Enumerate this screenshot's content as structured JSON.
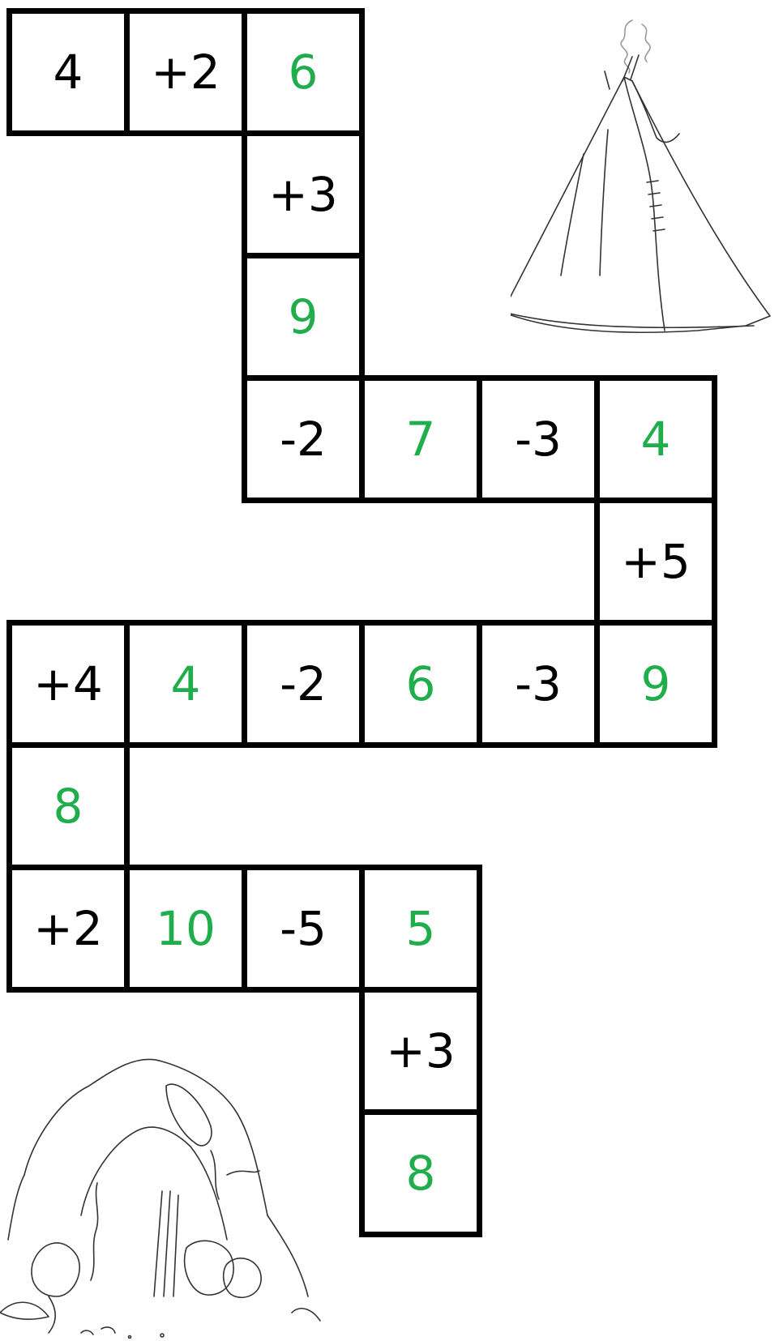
{
  "colors": {
    "cell_border": "#000000",
    "operation_text": "#000000",
    "result_text": "#1fae4b",
    "background": "#ffffff"
  },
  "illustrations": {
    "top_right": "tipi-tent-drawing",
    "bottom_left": "cave-drawing"
  },
  "path": [
    {
      "text": "4",
      "kind": "start"
    },
    {
      "text": "+2",
      "kind": "operation"
    },
    {
      "text": "6",
      "kind": "result"
    },
    {
      "text": "+3",
      "kind": "operation"
    },
    {
      "text": "9",
      "kind": "result"
    },
    {
      "text": "-2",
      "kind": "operation"
    },
    {
      "text": "7",
      "kind": "result"
    },
    {
      "text": "-3",
      "kind": "operation"
    },
    {
      "text": "4",
      "kind": "result"
    },
    {
      "text": "+5",
      "kind": "operation"
    },
    {
      "text": "9",
      "kind": "result"
    },
    {
      "text": "-3",
      "kind": "operation"
    },
    {
      "text": "6",
      "kind": "result"
    },
    {
      "text": "-2",
      "kind": "operation"
    },
    {
      "text": "4",
      "kind": "result"
    },
    {
      "text": "+4",
      "kind": "operation"
    },
    {
      "text": "8",
      "kind": "result"
    },
    {
      "text": "+2",
      "kind": "operation"
    },
    {
      "text": "10",
      "kind": "result"
    },
    {
      "text": "-5",
      "kind": "operation"
    },
    {
      "text": "5",
      "kind": "result"
    },
    {
      "text": "+3",
      "kind": "operation"
    },
    {
      "text": "8",
      "kind": "result"
    }
  ]
}
